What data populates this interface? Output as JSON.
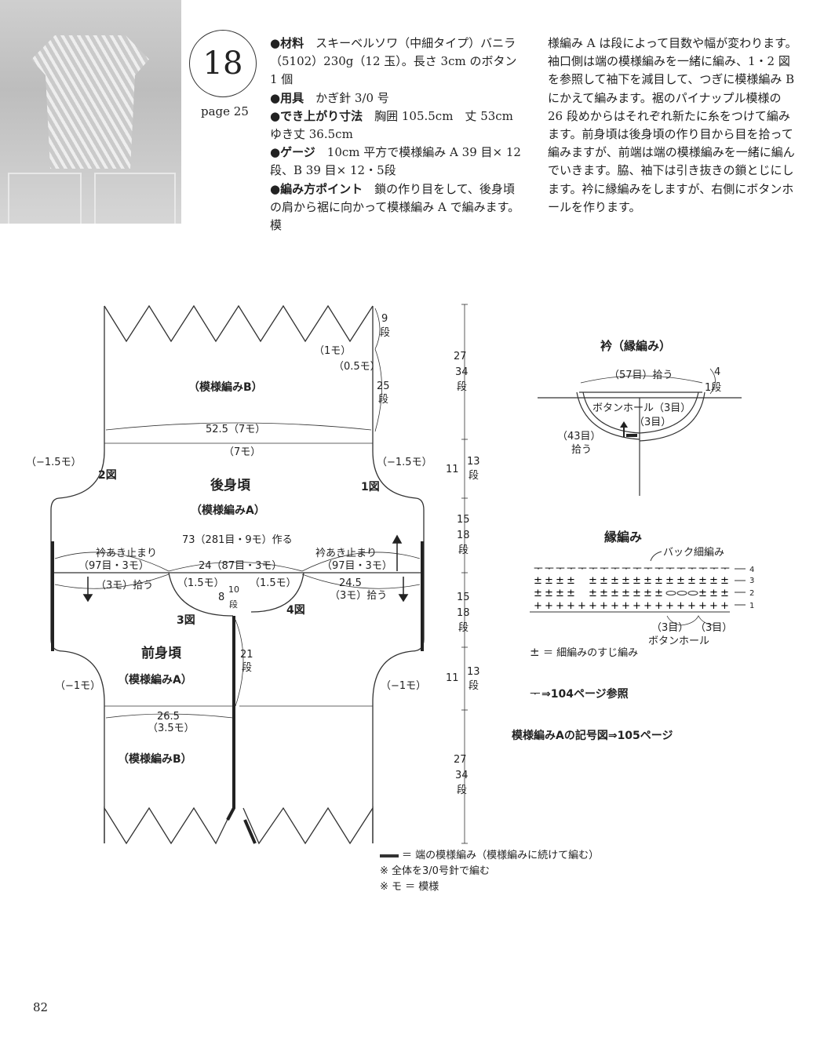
{
  "header": {
    "pattern_number": "18",
    "page_ref": "page 25",
    "col1": [
      {
        "label": "●材料",
        "text": "　スキーベルソワ（中細タイプ）バニラ（5102）230g（12 玉）。長さ 3cm のボタン 1 個"
      },
      {
        "label": "●用具",
        "text": "　かぎ針 3/0 号"
      },
      {
        "label": "●でき上がり寸法",
        "text": "　胸囲 105.5cm　丈 53cm ゆき丈 36.5cm"
      },
      {
        "label": "●ゲージ",
        "text": "　10cm 平方で模様編み A 39 目× 12 段、B 39 目× 12・5段"
      },
      {
        "label": "●編み方ポイント",
        "text": "　鎖の作り目をして、後身頃の肩から裾に向かって模様編み A で編みます。模"
      }
    ],
    "col2": "様編み A は段によって目数や幅が変わります。袖口側は端の模様編みを一緒に編み、1・2 図を参照して袖下を減目して、つぎに模様編み B にかえて編みます。裾のパイナップル模様の 26 段めからはそれぞれ新たに糸をつけて編みます。前身頃は後身頃の作り目から目を拾って編みますが、前端は端の模様編みを一緒に編んでいきます。脇、袖下は引き抜きの鎖とじにします。衿に縁編みをしますが、右側にボタンホールを作ります。"
  },
  "schematic": {
    "back_pattern_b": "（模様編みB）",
    "back_title": "後身頃",
    "back_pattern_a": "（模様編みA）",
    "front_title": "前身頃",
    "front_pattern_a": "（模様編みA）",
    "front_pattern_b": "（模様編みB）",
    "w_52": "52.5（7モ）",
    "w_7mo": "（7モ）",
    "chain": "73（281目・9モ）作る",
    "neck_stop_l": "衿あき止まり",
    "neck_stop_r": "衿あき止まり",
    "w_97l": "（97目・3モ）",
    "w_97r": "（97目・3モ）",
    "w_24": "24（87目・3モ）",
    "pick_l": "（3モ）拾う",
    "w_245": "24.5",
    "pick_r": "（3モ）拾う",
    "n15l": "（1.5モ）",
    "n15r": "（1.5モ）",
    "n8": "8",
    "n10": "10",
    "dan": "段",
    "w_265": "26.5",
    "w_35": "（3.5モ）",
    "m15l": "（−1.5モ）",
    "m15r": "（−1.5モ）",
    "m1l": "（−1モ）",
    "m1r": "（−1モ）",
    "fig1": "1図",
    "fig2": "2図",
    "fig3": "3図",
    "fig4": "4図",
    "r9": "9",
    "r25": "25",
    "r21": "21",
    "one_mo": "（1モ）",
    "half_mo": "（0.5モ）",
    "v27a": "27",
    "v34a": "34",
    "v11a": "11",
    "v13a": "13",
    "v15a": "15",
    "v18a": "18",
    "v15b": "15",
    "v18b": "18",
    "v11b": "11",
    "v13b": "13",
    "v27b": "27",
    "v34b": "34"
  },
  "collar": {
    "title": "衿（縁編み）",
    "pick57": "（57目）拾う",
    "r4": "4",
    "r1": "1段",
    "buttonhole": "ボタンホール（3目）",
    "st3": "（3目）",
    "pick43": "（43目）",
    "pick43b": "拾う"
  },
  "edging": {
    "title": "縁編み",
    "back_sc": "バック細編み",
    "row_labels": [
      "4",
      "3",
      "2",
      "1"
    ],
    "st3a": "（3目）",
    "st3b": "（3目）",
    "buttonhole": "ボタンホール",
    "legend_sc": "＝ 細編みのすじ編み",
    "ref104": "⇒104ページ参照",
    "ref105": "模様編みAの記号図⇒105ページ"
  },
  "notes": [
    "＝ 端の模様編み（模様編みに続けて編む）",
    "※ 全体を3/0号針で編む",
    "※ モ ＝ 模様"
  ],
  "page_number": "82"
}
